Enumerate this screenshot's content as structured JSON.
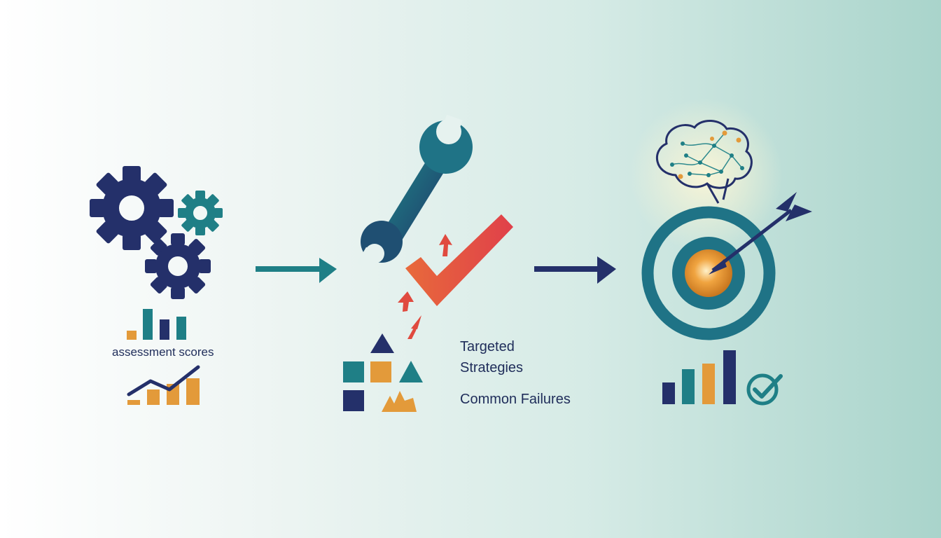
{
  "labels": {
    "assessment_scores": "assessment scores",
    "targeted_line1": "Targeted",
    "targeted_line2": "Strategies",
    "common_failures": "Common Failures"
  },
  "icons": {
    "stage1": [
      "gear-icon",
      "bar-chart-icon",
      "trend-chart-icon"
    ],
    "stage2": [
      "wrench-icon",
      "checkmark-icon",
      "shapes-icon",
      "broken-shape-icon"
    ],
    "stage3": [
      "brain-network-icon",
      "target-icon",
      "arrow-icon",
      "bar-chart-icon",
      "check-circle-icon"
    ]
  },
  "colors": {
    "navy": "#1f2d6b",
    "teal": "#1e7f86",
    "orange": "#e39a3a",
    "red": "#e04a3f"
  }
}
